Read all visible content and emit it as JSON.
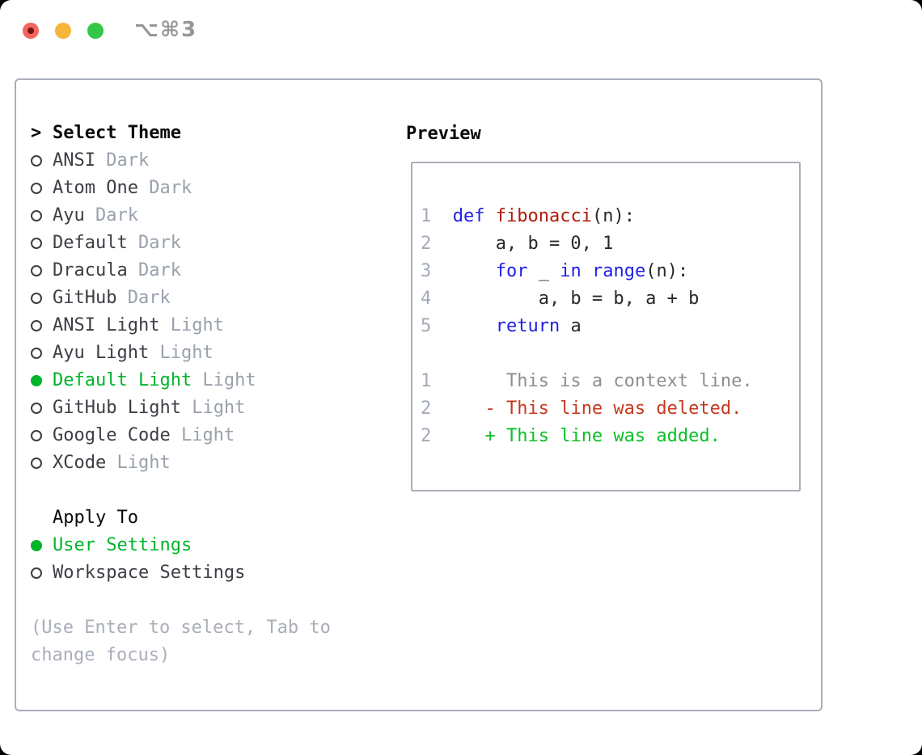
{
  "window": {
    "title": "⌥⌘3",
    "traffic_lights": [
      "close",
      "minimize",
      "zoom"
    ]
  },
  "theme_panel": {
    "header": {
      "prefix": ">",
      "label": "Select Theme"
    },
    "themes": [
      {
        "name": "ANSI",
        "variant": "Dark",
        "selected": false
      },
      {
        "name": "Atom One",
        "variant": "Dark",
        "selected": false
      },
      {
        "name": "Ayu",
        "variant": "Dark",
        "selected": false
      },
      {
        "name": "Default",
        "variant": "Dark",
        "selected": false
      },
      {
        "name": "Dracula",
        "variant": "Dark",
        "selected": false
      },
      {
        "name": "GitHub",
        "variant": "Dark",
        "selected": false
      },
      {
        "name": "ANSI Light",
        "variant": "Light",
        "selected": false
      },
      {
        "name": "Ayu Light",
        "variant": "Light",
        "selected": false
      },
      {
        "name": "Default Light",
        "variant": "Light",
        "selected": true
      },
      {
        "name": "GitHub Light",
        "variant": "Light",
        "selected": false
      },
      {
        "name": "Google Code",
        "variant": "Light",
        "selected": false
      },
      {
        "name": "XCode",
        "variant": "Light",
        "selected": false
      }
    ],
    "apply_to": {
      "label": "Apply To",
      "options": [
        {
          "name": "User Settings",
          "selected": true
        },
        {
          "name": "Workspace Settings",
          "selected": false
        }
      ]
    },
    "hint_lines": [
      "(Use Enter to select, Tab to",
      "change focus)"
    ]
  },
  "preview": {
    "label": "Preview",
    "code_lines": [
      {
        "ln": "1",
        "seg": [
          {
            "t": "def",
            "c": "kw"
          },
          {
            "t": " "
          },
          {
            "t": "fibonacci",
            "c": "fn"
          },
          {
            "t": "(n):"
          }
        ]
      },
      {
        "ln": "2",
        "seg": [
          {
            "t": "    a, b = 0, 1"
          }
        ]
      },
      {
        "ln": "3",
        "seg": [
          {
            "t": "    "
          },
          {
            "t": "for",
            "c": "kw"
          },
          {
            "t": " _ "
          },
          {
            "t": "in",
            "c": "kw"
          },
          {
            "t": " "
          },
          {
            "t": "range",
            "c": "kw"
          },
          {
            "t": "(n):"
          }
        ]
      },
      {
        "ln": "4",
        "seg": [
          {
            "t": "        a, b = b, a + b"
          }
        ]
      },
      {
        "ln": "5",
        "seg": [
          {
            "t": "    "
          },
          {
            "t": "return",
            "c": "kw"
          },
          {
            "t": " a"
          }
        ]
      },
      {
        "ln": "",
        "seg": []
      },
      {
        "ln": "1",
        "seg": [
          {
            "t": "     This is a context line.",
            "c": "ctx"
          }
        ]
      },
      {
        "ln": "2",
        "seg": [
          {
            "t": "   "
          },
          {
            "t": "- This line was deleted.",
            "c": "del"
          }
        ]
      },
      {
        "ln": "2",
        "seg": [
          {
            "t": "   "
          },
          {
            "t": "+ This line was added.",
            "c": "add"
          }
        ]
      }
    ]
  },
  "colors": {
    "selected_green": "#00b42c",
    "keyword_blue": "#2020e8",
    "function_red": "#b01a0a",
    "deleted_red": "#c43a20",
    "added_green": "#0abf25",
    "muted_gray": "#99a1ac",
    "panel_border": "#a9afba",
    "traffic_red": "#f4655e",
    "traffic_yellow": "#f7b53c",
    "traffic_green": "#33c748"
  }
}
